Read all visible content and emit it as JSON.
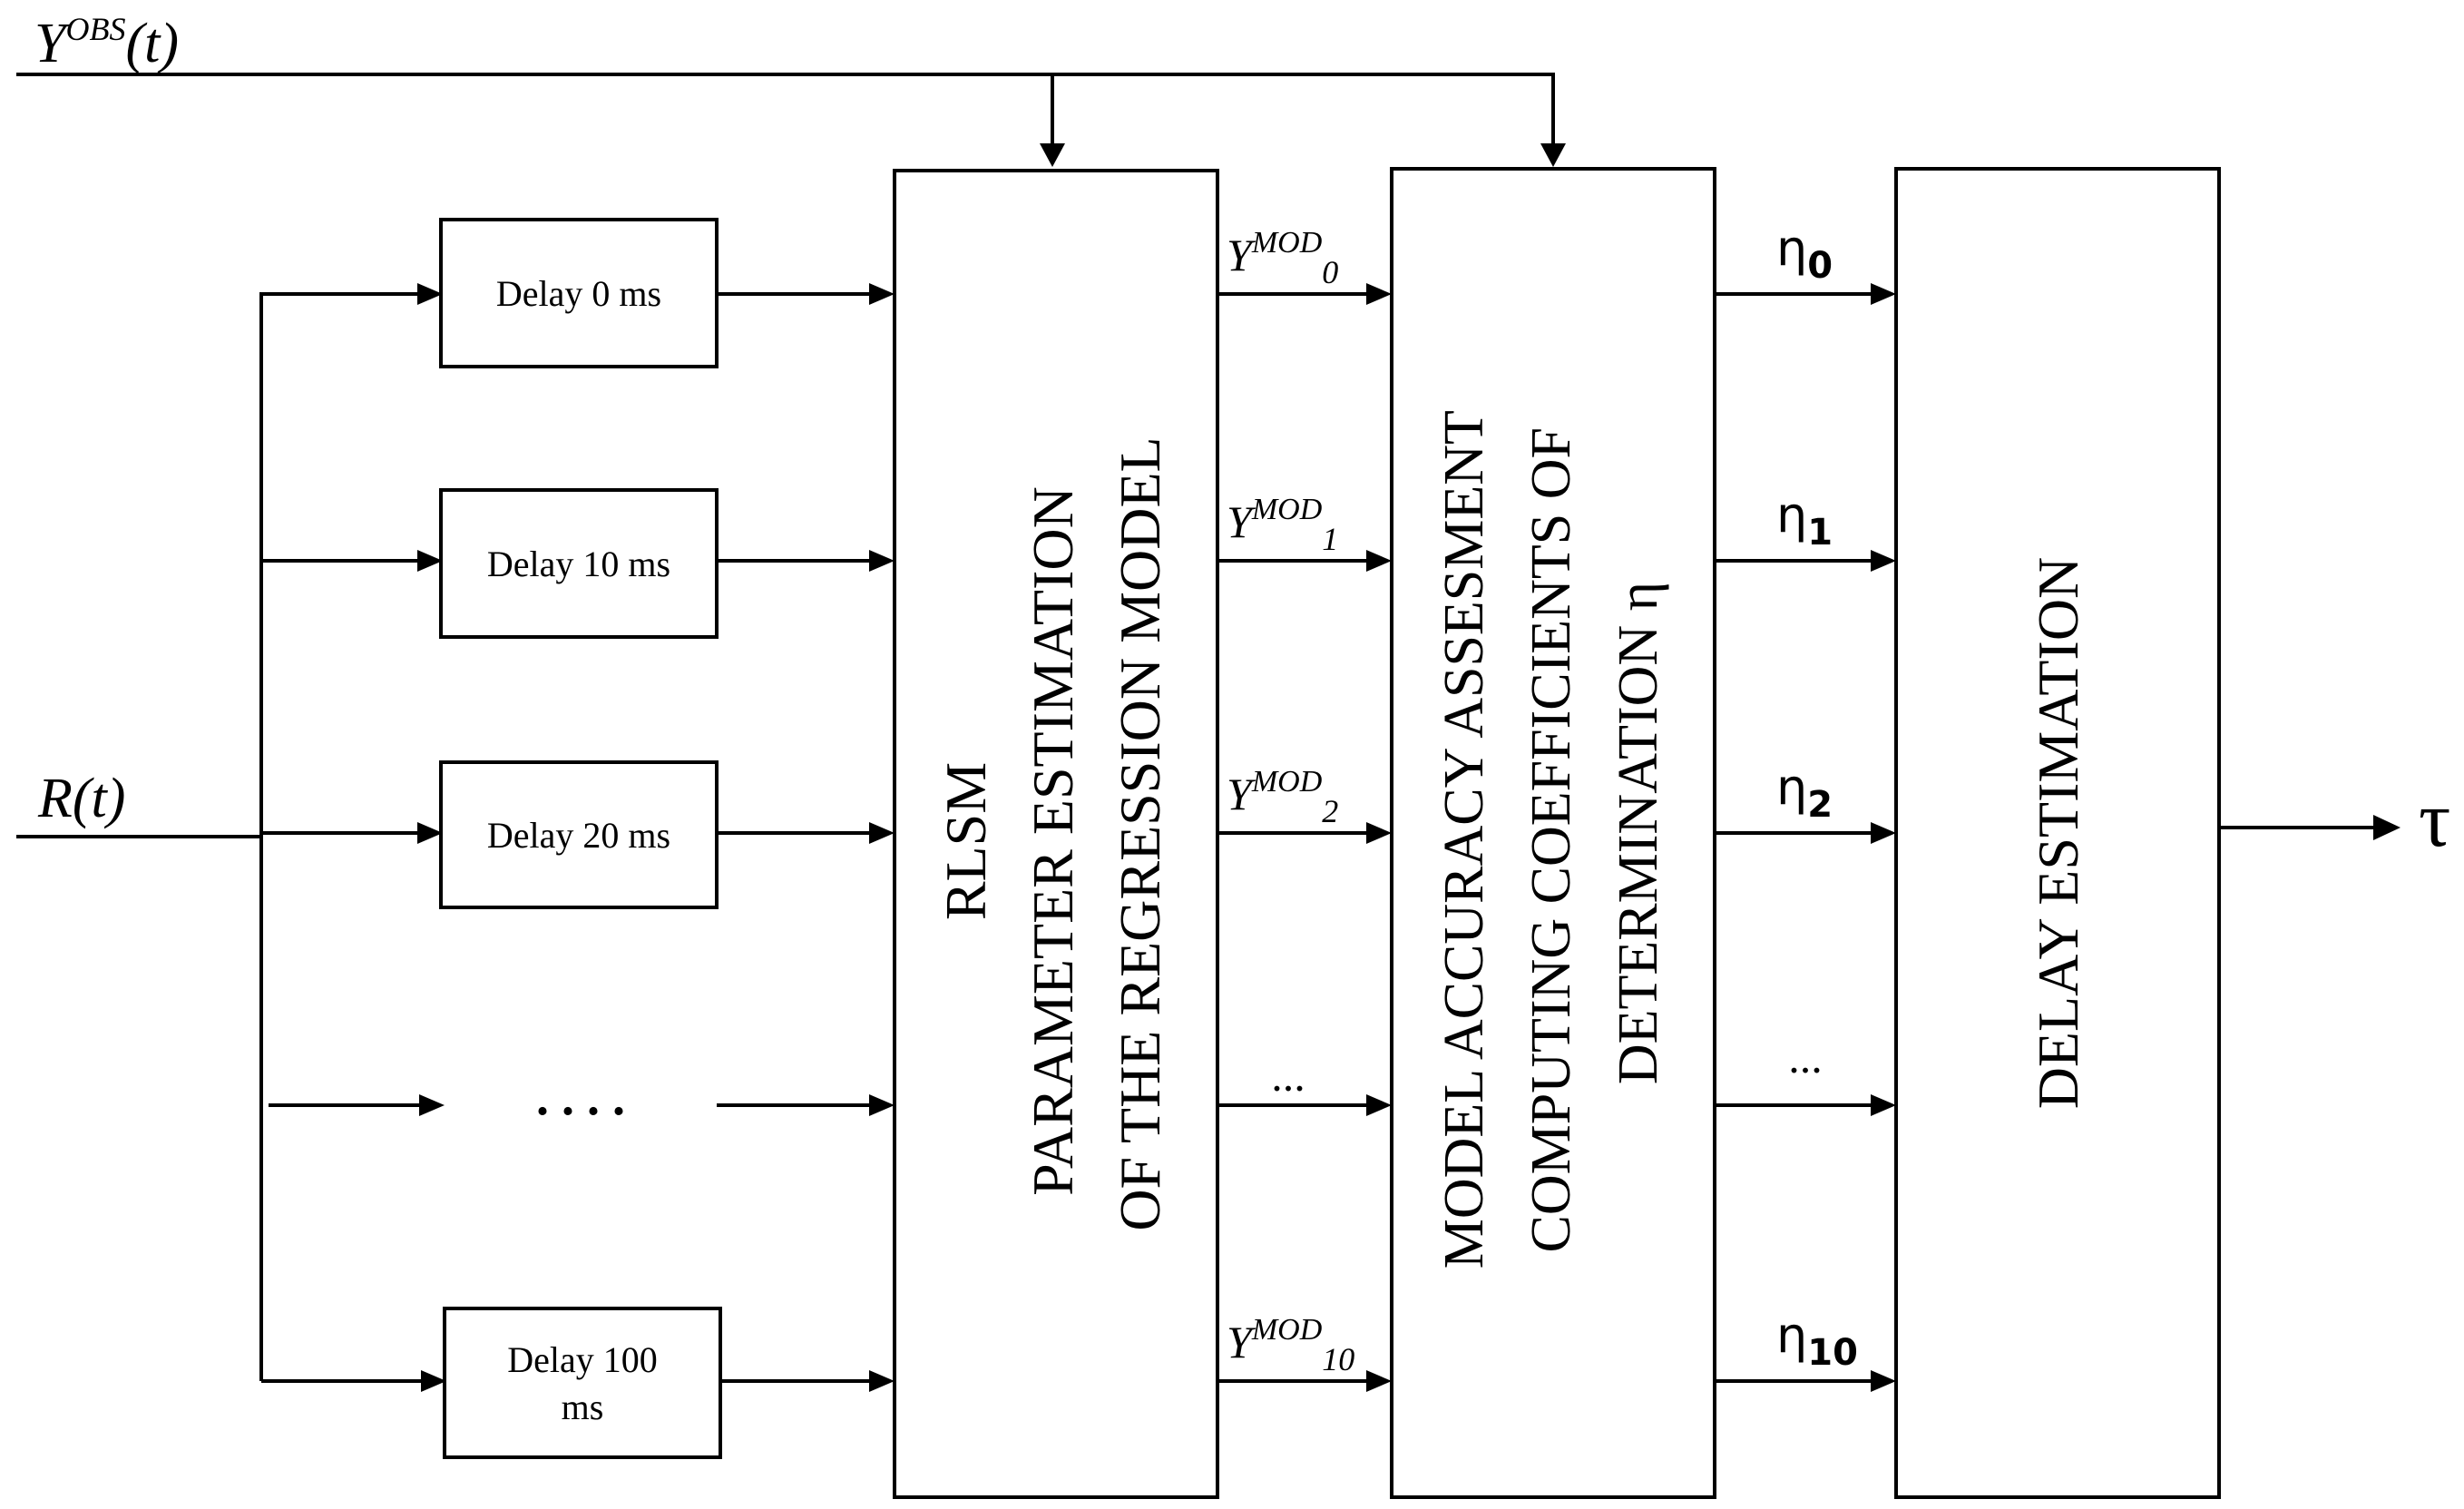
{
  "inputs": {
    "observed": {
      "base": "Y",
      "sup": "OBS",
      "arg": "(t)"
    },
    "reference": "R(t)"
  },
  "delay_blocks": [
    {
      "lines": [
        "Delay 0 ms"
      ]
    },
    {
      "lines": [
        "Delay 10 ms"
      ]
    },
    {
      "lines": [
        "Delay 20 ms"
      ]
    },
    {
      "lines": [
        "Delay 100",
        "ms"
      ]
    }
  ],
  "ellipsis_branch": ". . . .",
  "rlsm_block": {
    "lines": [
      "RLSM",
      "PARAMETER ESTIMATION",
      "OF THE REGRESSION MODEL"
    ]
  },
  "model_outputs": [
    {
      "base": "Y",
      "sup": "MOD",
      "sub": "0"
    },
    {
      "base": "Y",
      "sup": "MOD",
      "sub": "1"
    },
    {
      "base": "Y",
      "sup": "MOD",
      "sub": "2"
    },
    {
      "ellipsis": "..."
    },
    {
      "base": "Y",
      "sup": "MOD",
      "sub": "10"
    }
  ],
  "accuracy_block": {
    "lines": [
      "MODEL  ACCURACY  ASSESMENT",
      "COMPUTING  COEFFICIENTS  OF",
      "DETERMINATION  η"
    ]
  },
  "eta_outputs": [
    {
      "base": "η",
      "sub": "0"
    },
    {
      "base": "η",
      "sub": "1"
    },
    {
      "base": "η",
      "sub": "2"
    },
    {
      "ellipsis": "..."
    },
    {
      "base": "η",
      "sub": "10"
    }
  ],
  "estimation_block": {
    "label": "DELAY  ESTIMATION"
  },
  "output_symbol": "τ"
}
